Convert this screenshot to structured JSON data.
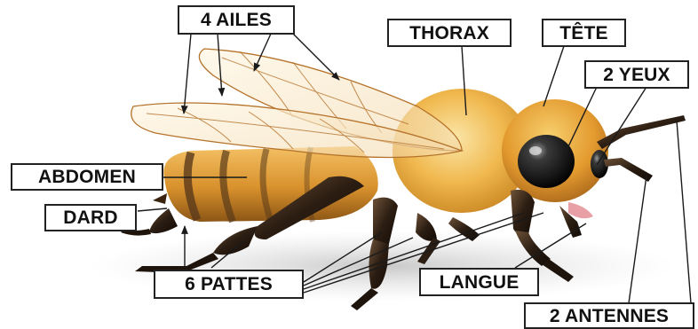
{
  "labels": {
    "wings": "4 AILES",
    "thorax": "THORAX",
    "head": "TÊTE",
    "eyes": "2 YEUX",
    "abdomen": "ABDOMEN",
    "stinger": "DARD",
    "legs": "6 PATTES",
    "tongue": "LANGUE",
    "antennae": "2 ANTENNES"
  },
  "colors": {
    "body_gold": "#e8a637",
    "body_light": "#f6c96a",
    "stripe_dark": "#5a3a1a",
    "leg_dark": "#2b1d12",
    "wing_vein": "#b5722a",
    "label_border": "#222222",
    "background": "#ffffff"
  }
}
